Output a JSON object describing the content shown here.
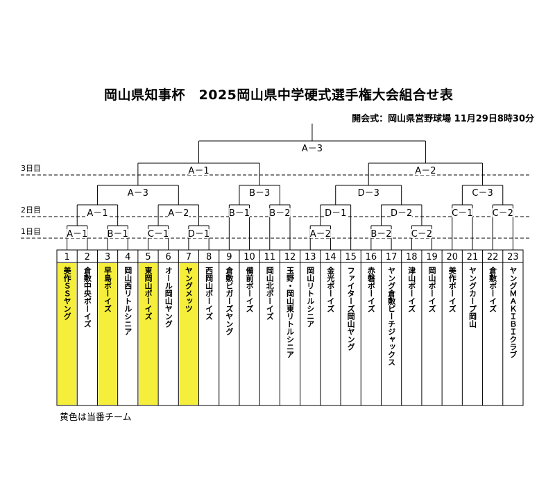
{
  "title": "岡山県知事杯　2025岡山県中学硬式選手権大会組合せ表",
  "opening": "開会式：岡山県営野球場 11月29日8時30分",
  "note": "黄色は当番チーム",
  "days": [
    "3日目",
    "2日目",
    "1日目"
  ],
  "highlight_color": "#f5ee3a",
  "teams": [
    {
      "no": "1",
      "name": "美作ＳＳヤング",
      "highlight": true
    },
    {
      "no": "2",
      "name": "倉敷中央ボーイズ",
      "highlight": false
    },
    {
      "no": "3",
      "name": "早島ボーイズ",
      "highlight": true
    },
    {
      "no": "4",
      "name": "岡山西リトルシニア",
      "highlight": false
    },
    {
      "no": "5",
      "name": "東岡山ボーイズ",
      "highlight": true
    },
    {
      "no": "6",
      "name": "オール岡山ヤング",
      "highlight": false
    },
    {
      "no": "7",
      "name": "ヤングメッツ",
      "highlight": true
    },
    {
      "no": "8",
      "name": "西岡山ボーイズ",
      "highlight": false
    },
    {
      "no": "9",
      "name": "倉敷ビガーズヤング",
      "highlight": false
    },
    {
      "no": "10",
      "name": "備前ボーイズ",
      "highlight": false
    },
    {
      "no": "11",
      "name": "岡山北ボーイズ",
      "highlight": false
    },
    {
      "no": "12",
      "name": "玉野・岡山東リトルシニア",
      "highlight": false
    },
    {
      "no": "13",
      "name": "岡山リトルシニア",
      "highlight": false
    },
    {
      "no": "14",
      "name": "金光ボーイズ",
      "highlight": false
    },
    {
      "no": "15",
      "name": "ファイターズ岡山ヤング",
      "highlight": false
    },
    {
      "no": "16",
      "name": "赤磐ボーイズ",
      "highlight": false
    },
    {
      "no": "17",
      "name": "ヤング倉敷ピーチジャックス",
      "highlight": false
    },
    {
      "no": "18",
      "name": "津山ボーイズ",
      "highlight": false
    },
    {
      "no": "19",
      "name": "岡山ボーイズ",
      "highlight": false
    },
    {
      "no": "20",
      "name": "美作ボーイズ",
      "highlight": false
    },
    {
      "no": "21",
      "name": "ヤングカープ岡山",
      "highlight": false
    },
    {
      "no": "22",
      "name": "倉敷ボーイズ",
      "highlight": false
    },
    {
      "no": "23",
      "name": "ヤングＭＡＫＩＢＩクラブ",
      "highlight": false
    }
  ],
  "matches": {
    "r1": [
      "A－1",
      "B－1",
      "C－1",
      "D－1",
      "A－2",
      "B－2",
      "C－2"
    ],
    "r2": [
      "A－1",
      "A－2",
      "B－1",
      "B－2",
      "D－1",
      "D－2",
      "C－1",
      "C－2"
    ],
    "r3": [
      "A－3",
      "B－3",
      "D－3",
      "C－3"
    ],
    "sf": [
      "A－1",
      "A－2"
    ],
    "final": "A－3"
  }
}
